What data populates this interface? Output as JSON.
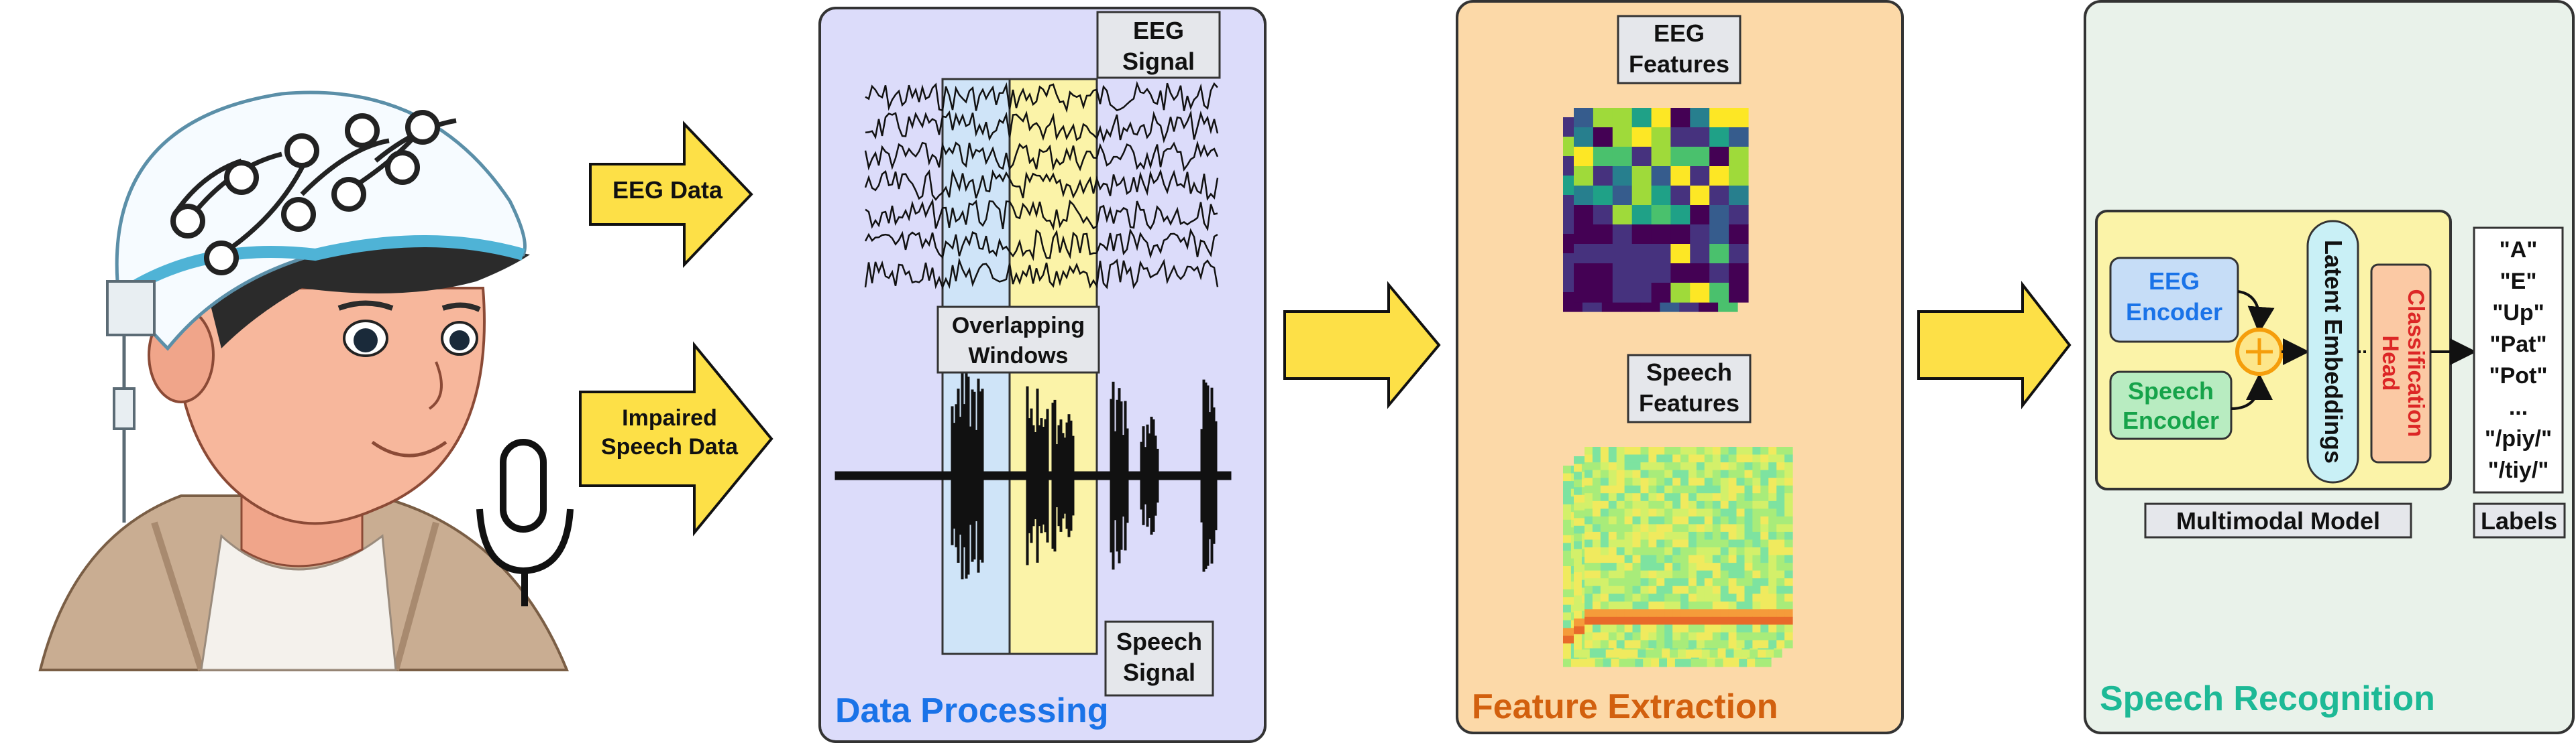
{
  "person": {
    "arrow_eeg_label": "EEG Data",
    "arrow_speech_label_line1": "Impaired",
    "arrow_speech_label_line2": "Speech Data"
  },
  "data_processing": {
    "title": "Data Processing",
    "eeg_signal_line1": "EEG",
    "eeg_signal_line2": "Signal",
    "windows_line1": "Overlapping",
    "windows_line2": "Windows",
    "speech_signal_line1": "Speech",
    "speech_signal_line2": "Signal"
  },
  "feature_extraction": {
    "title": "Feature Extraction",
    "eeg_features_line1": "EEG",
    "eeg_features_line2": "Features",
    "speech_features_line1": "Speech",
    "speech_features_line2": "Features"
  },
  "speech_recognition": {
    "title": "Speech Recognition",
    "eeg_encoder_line1": "EEG",
    "eeg_encoder_line2": "Encoder",
    "speech_encoder_line1": "Speech",
    "speech_encoder_line2": "Encoder",
    "latent_embeddings": "Latent Embeddings",
    "classification_line1": "Classification",
    "classification_line2": "Head",
    "multimodal_model": "Multimodal Model",
    "labels_title": "Labels",
    "labels": [
      "\"A\"",
      "\"E\"",
      "\"Up\"",
      "\"Pat\"",
      "\"Pot\"",
      "...",
      "\"/piy/\"",
      "\"/tiy/\""
    ]
  },
  "colors": {
    "arrow_yellow": "#fde047",
    "panel_dp": "#dcdcfa",
    "panel_fe": "#fcd9a8",
    "panel_sr": "#e9f2ea",
    "title_dp": "#1a73e8",
    "title_fe": "#d2600e",
    "title_sr": "#1db996"
  }
}
